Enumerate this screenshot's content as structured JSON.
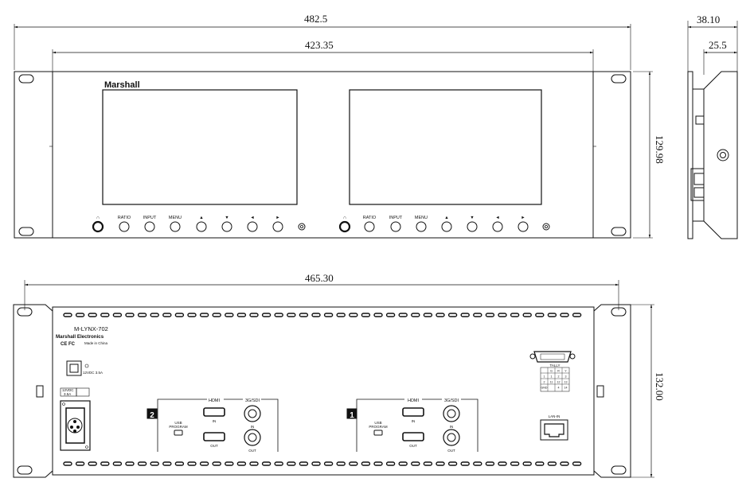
{
  "dimensions": {
    "total_width": "482.5",
    "front_width": "423.35",
    "front_height": "129.98",
    "side_depth": "38.10",
    "side_inner": "25.5",
    "rear_width": "465.30",
    "rear_height": "132.00"
  },
  "front": {
    "brand": "Marshall",
    "buttons": [
      "∧",
      "RATIO",
      "INPUT",
      "MENU",
      "▲",
      "▼",
      "◄",
      "►"
    ],
    "headphone_symbol": "∩"
  },
  "rear": {
    "model": "M-LYNX-702",
    "company": "Marshall Electronics",
    "certifications": "CE FC",
    "made_in": "Made in China",
    "dc_label": "12VDC 3.5A",
    "xlr_rating_1": "12VDC",
    "xlr_rating_2": "3.5A",
    "hdmi": "HDMI",
    "sdi": "3G/SDI",
    "in": "IN",
    "out": "OUT",
    "usb_1": "USB",
    "usb_2": "PROGRAM",
    "channel_left": "2",
    "channel_right": "1",
    "lan": "LAN-IN",
    "tally": "TALLY",
    "tally_rows": [
      [
        "",
        "G",
        "R",
        "Y"
      ],
      [
        "1",
        "1",
        "2",
        "3"
      ],
      [
        "2",
        "11",
        "12",
        "13"
      ],
      [
        "GND",
        "",
        "4",
        "14"
      ]
    ]
  }
}
